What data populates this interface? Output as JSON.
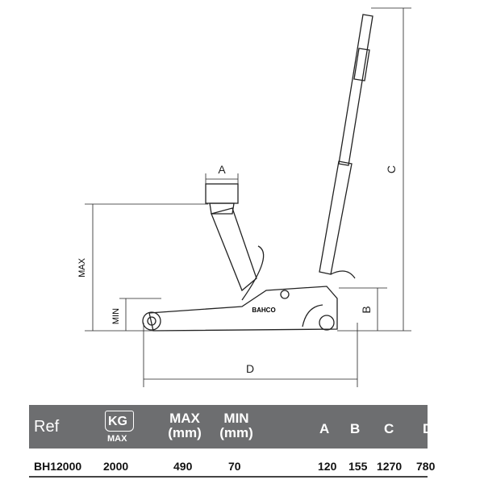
{
  "drawing": {
    "brand": "BAHCO",
    "dims": {
      "a": "A",
      "b": "B",
      "c": "C",
      "d": "D",
      "max": "MAX",
      "min": "MIN"
    }
  },
  "table": {
    "headers": {
      "ref": "Ref",
      "kg": "KG",
      "kg_sub": "MAX",
      "max": "MAX",
      "max_unit": "(mm)",
      "min": "MIN",
      "min_unit": "(mm)",
      "a": "A",
      "b": "B",
      "c": "C",
      "d": "D"
    },
    "rows": [
      {
        "ref": "BH12000",
        "kg": "2000",
        "max": "490",
        "min": "70",
        "a": "120",
        "b": "155",
        "c": "1270",
        "d": "780"
      }
    ],
    "header_color": "#6d6e70"
  }
}
